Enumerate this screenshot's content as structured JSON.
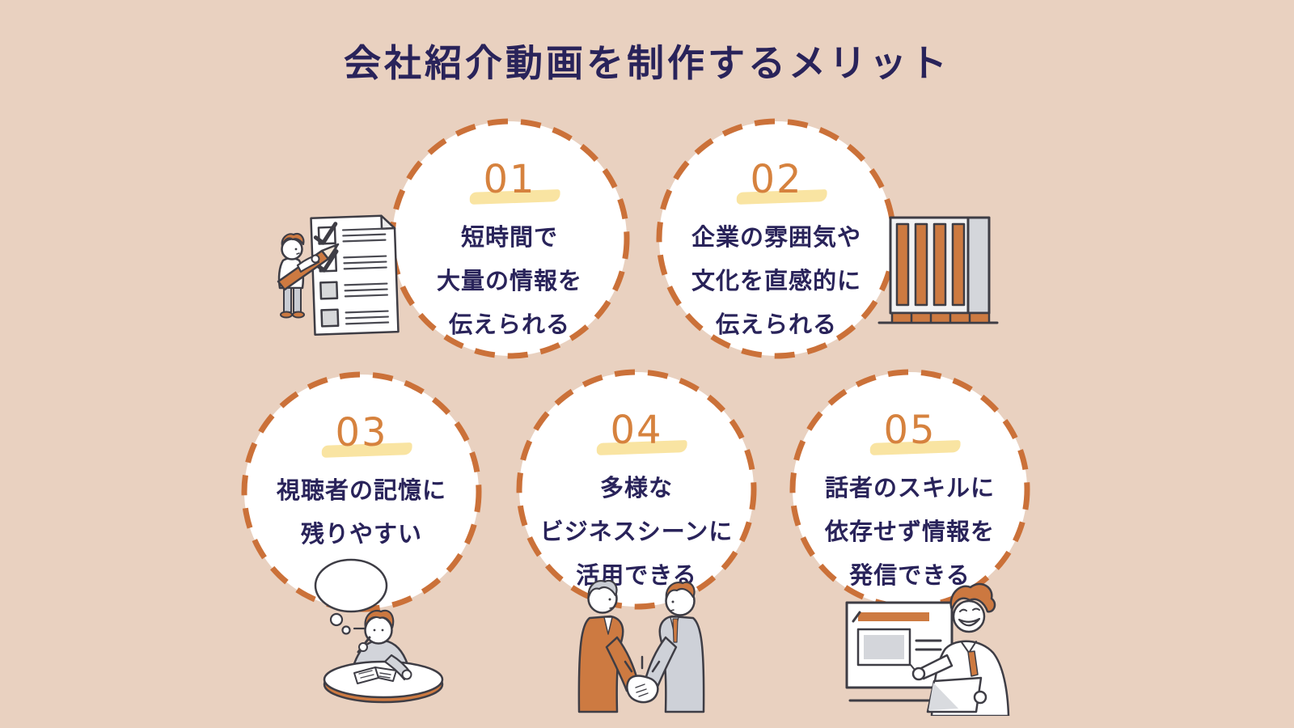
{
  "title": "会社紹介動画を制作するメリット",
  "items": [
    {
      "number": "01",
      "lines": [
        "短時間で",
        "大量の情報を",
        "伝えられる"
      ],
      "illustration": "person-checking-list"
    },
    {
      "number": "02",
      "lines": [
        "企業の雰囲気や",
        "文化を直感的に",
        "伝えられる"
      ],
      "illustration": "office-building"
    },
    {
      "number": "03",
      "lines": [
        "視聴者の記憶に",
        "残りやすい"
      ],
      "illustration": "person-thinking-at-table"
    },
    {
      "number": "04",
      "lines": [
        "多様な",
        "ビジネスシーンに",
        "活用できる"
      ],
      "illustration": "business-handshake"
    },
    {
      "number": "05",
      "lines": [
        "話者のスキルに",
        "依存せず情報を",
        "発信できる"
      ],
      "illustration": "presenter-with-board"
    }
  ],
  "colors": {
    "background": "#e9d1c0",
    "circle_fill": "#ffffff",
    "dashed_border": "#cb7139",
    "number": "#d6823e",
    "number_highlight": "#f8e198",
    "text": "#29235a",
    "illustration_orange": "#cd7a41",
    "illustration_gray": "#ced1d8",
    "outline": "#3e3d45"
  }
}
